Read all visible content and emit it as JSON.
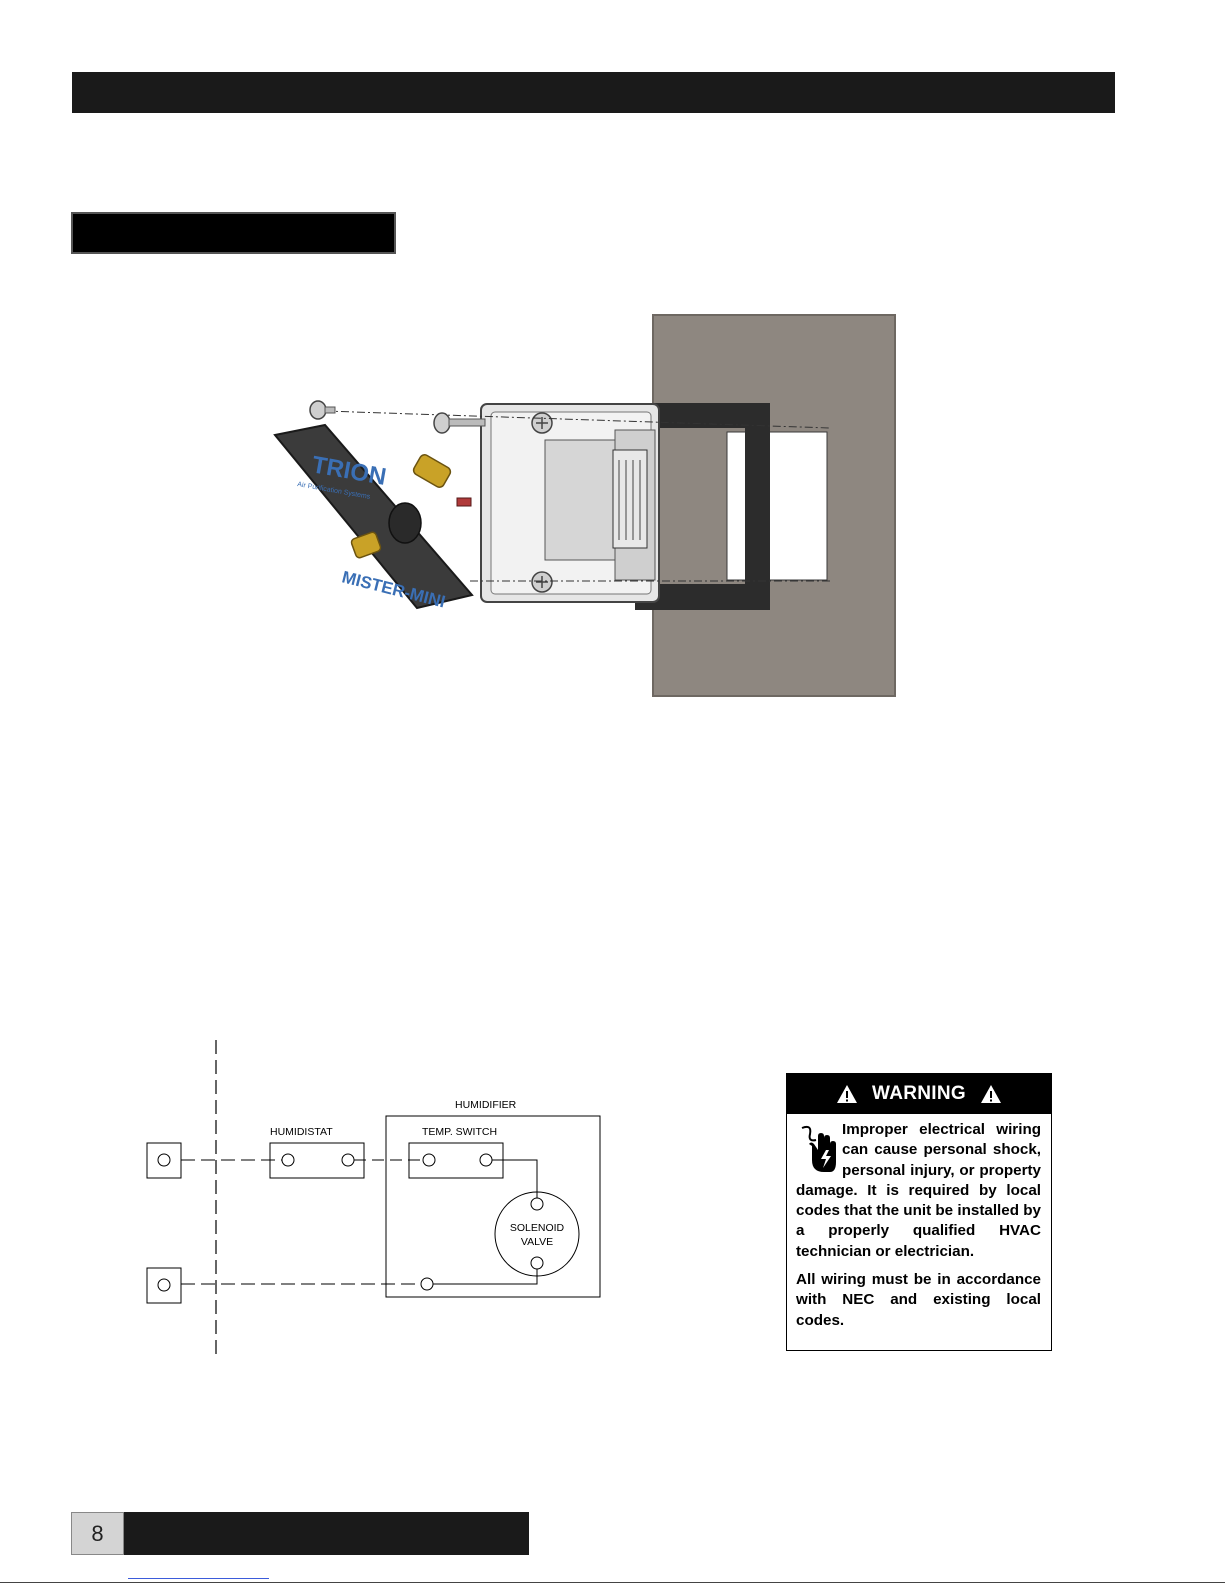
{
  "illustration": {
    "brand_logo_text": "TRION",
    "brand_tagline": "Air Purification Systems",
    "product_name": "MISTER-MINI"
  },
  "wiring_diagram": {
    "humidifier_label": "HUMIDIFIER",
    "humidistat_label": "HUMIDISTAT",
    "temp_switch_label": "TEMP. SWITCH",
    "solenoid_line1": "SOLENOID",
    "solenoid_line2": "VALVE"
  },
  "warning": {
    "title": "WARNING",
    "paragraph1": "Improper electrical wiring can cause personal shock, personal injury, or property damage. It is required by local codes that the unit be installed by a properly qualified HVAC technician or electrician.",
    "paragraph2": "All wiring must be in accordance with NEC and existing local codes."
  },
  "footer": {
    "page_number": "8"
  }
}
